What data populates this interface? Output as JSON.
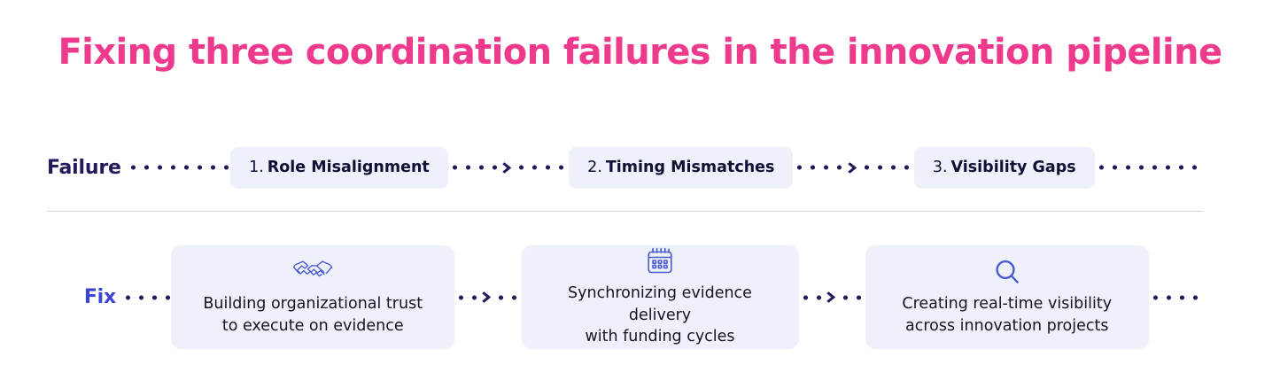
{
  "title": "Fixing three coordination failures in the innovation pipeline",
  "colors": {
    "title_pink": "#ee3a8c",
    "failure_label": "#231a5e",
    "fix_label": "#3b45d0",
    "panel_bg": "#eef0fa",
    "icon_blue": "#4a5bd4",
    "divider": "#d3d9e0",
    "dot_navy": "#231a5e"
  },
  "failure_row": {
    "label": "Failure",
    "items": [
      {
        "number": "1.",
        "text": "Role Misalignment"
      },
      {
        "number": "2.",
        "text": "Timing Mismatches"
      },
      {
        "number": "3.",
        "text": "Visibility Gaps"
      }
    ]
  },
  "fix_row": {
    "label": "Fix",
    "items": [
      {
        "icon": "handshake-icon",
        "text": "Building organizational trust\nto execute on evidence"
      },
      {
        "icon": "calendar-icon",
        "text": "Synchronizing evidence delivery\nwith funding cycles"
      },
      {
        "icon": "magnifier-icon",
        "text": "Creating real-time visibility\nacross innovation projects"
      }
    ]
  }
}
